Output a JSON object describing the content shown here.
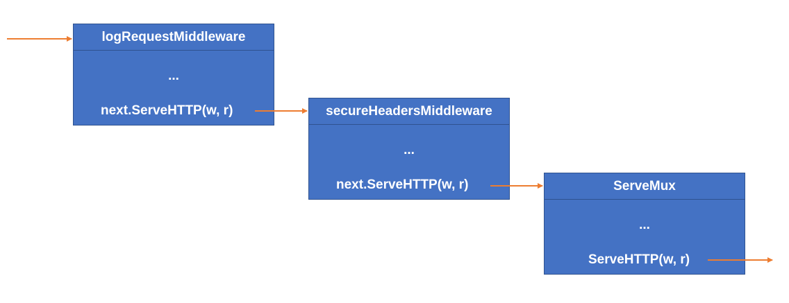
{
  "colors": {
    "box_fill": "#4472c4",
    "box_border": "#2f528f",
    "arrow": "#ed7d31",
    "text": "#ffffff"
  },
  "boxes": [
    {
      "title": "logRequestMiddleware",
      "body": "...",
      "call": "next.ServeHTTP(w, r)"
    },
    {
      "title": "secureHeadersMiddleware",
      "body": "...",
      "call": "next.ServeHTTP(w, r)"
    },
    {
      "title": "ServeMux",
      "body": "...",
      "call": "ServeHTTP(w, r)"
    }
  ]
}
